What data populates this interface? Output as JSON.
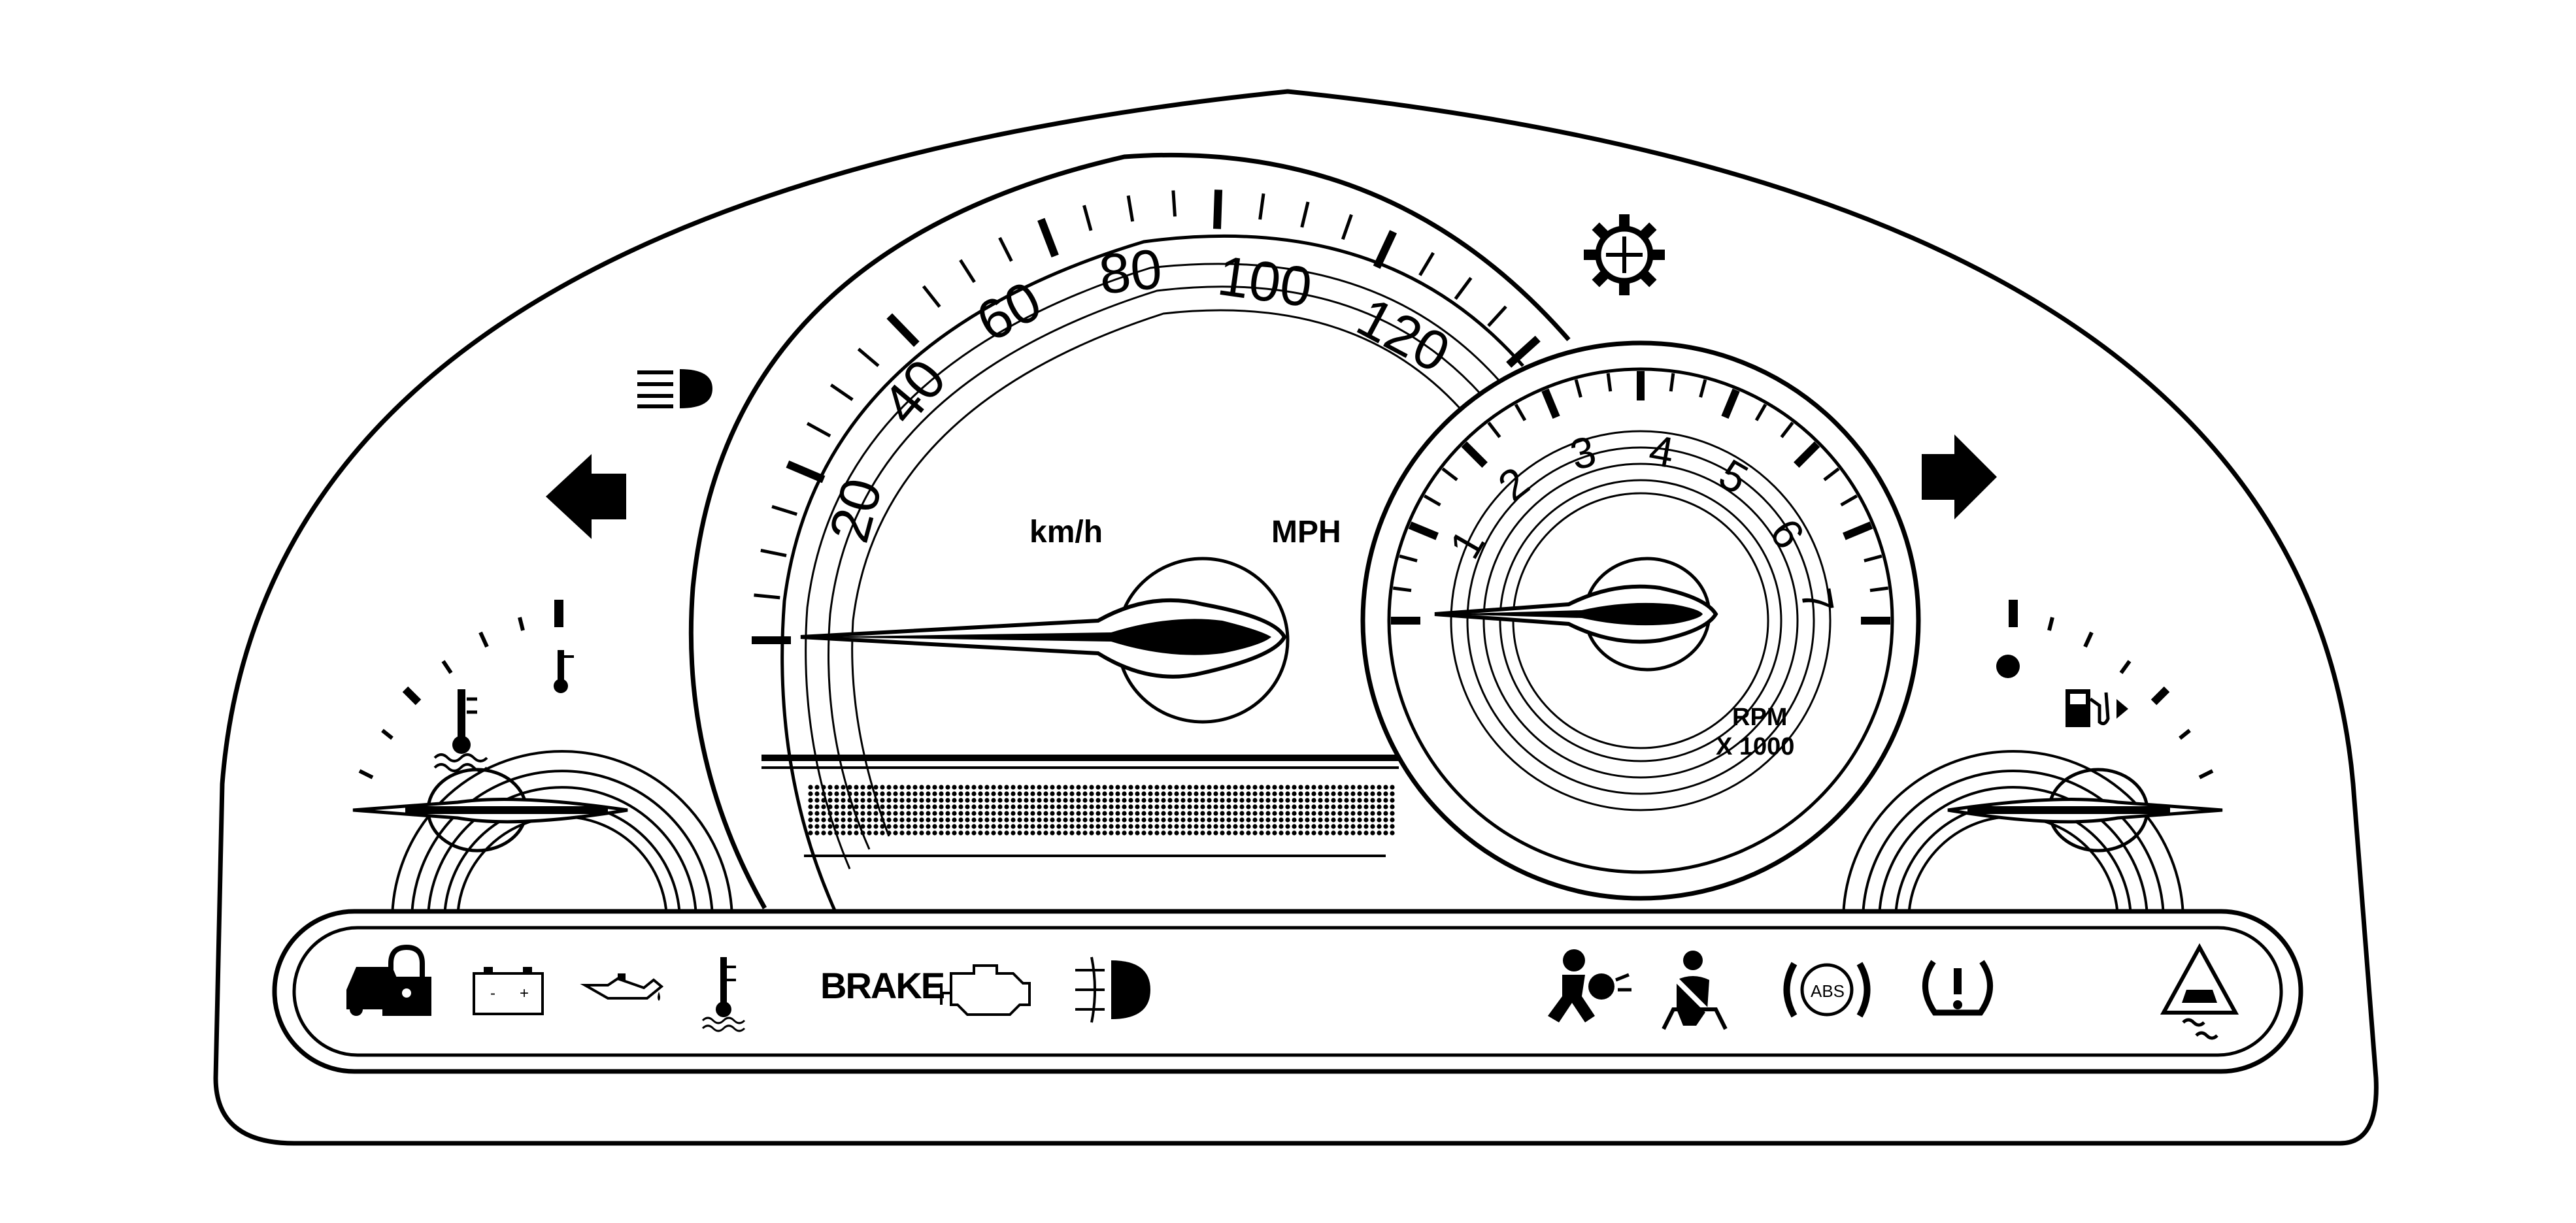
{
  "speedometer": {
    "scale": [
      "20",
      "40",
      "60",
      "80",
      "100",
      "120"
    ],
    "unit_kmh": "km/h",
    "unit_mph": "MPH"
  },
  "tachometer": {
    "scale": [
      "1",
      "2",
      "3",
      "4",
      "5",
      "6",
      "7"
    ],
    "unit_line1": "RPM",
    "unit_line2": "X 1000"
  },
  "warning_bar": {
    "brake_label": "BRAKE"
  },
  "icons": {
    "top": [
      "left-turn-signal-icon",
      "high-beam-icon",
      "gear-icon",
      "right-turn-signal-icon"
    ],
    "temp_gauge": [
      "coolant-temperature-icon",
      "thermometer-icon"
    ],
    "fuel_gauge": [
      "empty-dot-icon",
      "fuel-pump-icon"
    ],
    "warning_bar": [
      "security-lock-icon",
      "battery-icon",
      "oil-pressure-icon",
      "coolant-temperature-icon",
      "check-engine-icon",
      "fog-lamp-icon",
      "airbag-icon",
      "seatbelt-icon",
      "abs-icon",
      "tire-pressure-icon",
      "traction-control-icon"
    ]
  },
  "battery_signs": [
    "-",
    "+"
  ],
  "abs_label": "ABS"
}
